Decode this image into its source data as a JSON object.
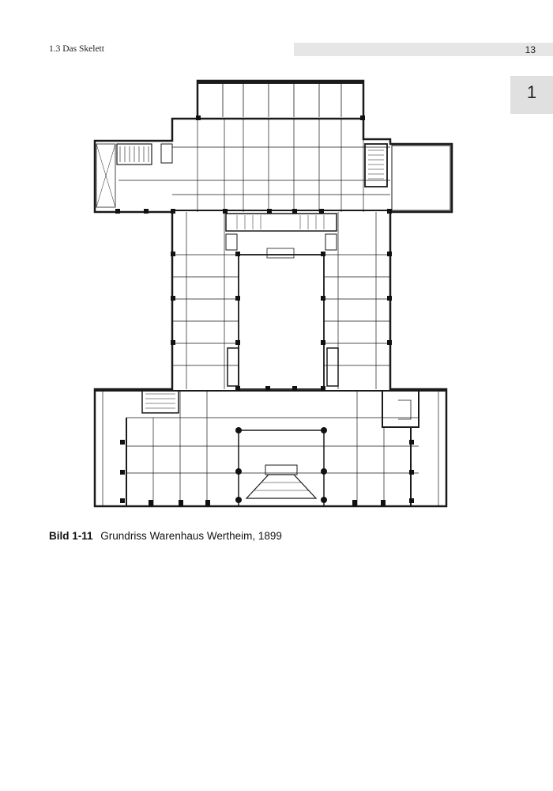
{
  "header": {
    "section_title": "1.3  Das Skelett",
    "page_number": "13"
  },
  "chapter_tab": {
    "number": "1"
  },
  "figure": {
    "label": "Bild 1-11",
    "caption": "Grundriss Warenhaus Wertheim, 1899",
    "type": "architectural floor plan"
  }
}
